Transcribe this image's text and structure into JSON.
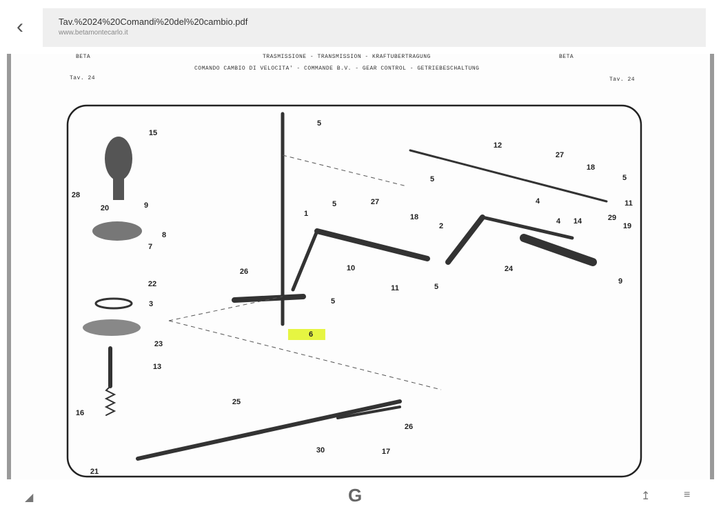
{
  "app_bar": {
    "back_icon": "chevron-left-icon",
    "file_name": "Tav.%2024%20Comandi%20del%20cambio.pdf",
    "source_url": "www.betamontecarlo.it"
  },
  "document": {
    "brand_left": "BETA",
    "brand_right": "BETA",
    "section_title": "TRASMISSIONE - TRANSMISSION - KRAFTUBERTRAGUNG",
    "subtitle": "COMANDO CAMBIO DI VELOCITA' - COMMANDE B.V. - GEAR CONTROL - GETRIEBESCHALTUNG",
    "table_left": "Tav. 24",
    "table_right": "Tav. 24",
    "highlighted_part": "6",
    "part_labels": [
      "15",
      "28",
      "20",
      "9",
      "8",
      "7",
      "22",
      "3",
      "23",
      "13",
      "16",
      "21",
      "5",
      "1",
      "12",
      "27",
      "18",
      "5",
      "5",
      "11",
      "5",
      "27",
      "18",
      "2",
      "4",
      "4",
      "14",
      "29",
      "19",
      "26",
      "10",
      "11",
      "5",
      "24",
      "9",
      "5",
      "6",
      "25",
      "26",
      "30",
      "17"
    ]
  },
  "bottom_bar": {
    "icons": [
      "prev-icon",
      "drive-icon",
      "share-icon",
      "menu-icon"
    ]
  },
  "colors": {
    "highlight": "#e6f542",
    "frame": "#222222"
  }
}
